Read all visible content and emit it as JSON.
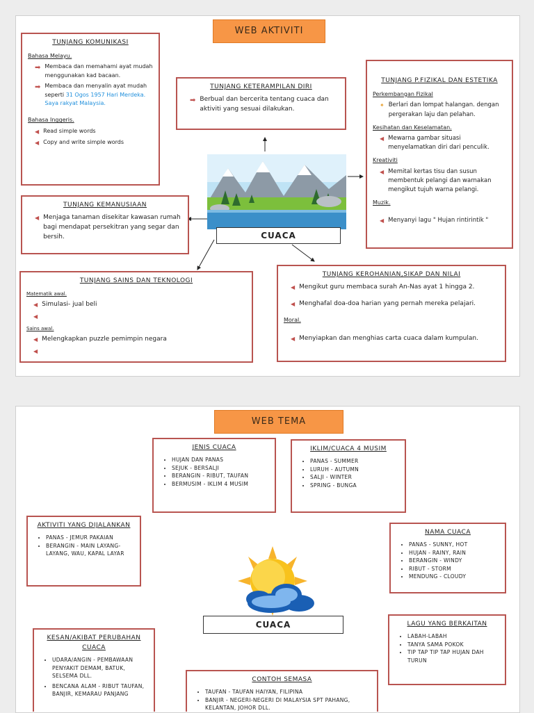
{
  "web_aktiviti": {
    "title": "WEB AKTIVITI",
    "center_label": "CUACA",
    "komunikasi": {
      "title": "TUNJANG KOMUNIKASI",
      "bm_label": "Bahasa Melayu.",
      "bm_items": [
        "Membaca dan memahami ayat mudah menggunakan kad bacaan.",
        "Membaca dan menyalin ayat mudah seperti"
      ],
      "bm_quote": "31 Ogos 1957 Hari Merdeka. Saya rakyat Malaysia.",
      "bi_label": "Bahasa Inggeris.",
      "bi_items": [
        "Read simple words",
        "Copy and write simple words"
      ]
    },
    "keterampilan": {
      "title": "TUNJANG KETERAMPILAN DIRI",
      "item": "Berbual dan bercerita tentang cuaca dan aktiviti yang sesuai dilakukan."
    },
    "fizikal": {
      "title": "TUNJANG P.FIZIKAL DAN ESTETIKA",
      "s1": "Perkembangan Fizikal",
      "s1_item": "Berlari dan lompat halangan. dengan pergerakan laju dan pelahan.",
      "s2": "Kesihatan dan Keselamatan.",
      "s2_item": "Mewarna gambar situasi menyelamatkan diri dari penculik.",
      "s3": "Kreativiti",
      "s3_item": "Memital kertas tisu dan susun membentuk pelangi dan warnakan mengikut tujuh warna pelangi.",
      "s4": "Muzik.",
      "s4_item": "Menyanyi lagu \" Hujan rintirintik \""
    },
    "kemanusiaan": {
      "title": "TUNJANG KEMANUSIAAN",
      "item": "Menjaga tanaman disekitar kawasan rumah bagi mendapat persekitran yang segar dan bersih."
    },
    "sains": {
      "title": "TUNJANG SAINS DAN TEKNOLOGI",
      "s1": "Matematik awal.",
      "s1_item": "Simulasi- jual beli",
      "s2": "Sains awal.",
      "s2_item": "Melengkapkan puzzle pemimpin negara"
    },
    "kerohanian": {
      "title": "TUNJANG KEROHANIAN,SIKAP DAN NILAI",
      "items": [
        "Mengikut guru membaca surah An-Nas ayat 1 hingga 2.",
        "Menghafal doa-doa harian yang pernah mereka pelajari."
      ],
      "moral_label": "Moral.",
      "moral_item": "Menyiapkan dan menghias carta cuaca dalam kumpulan."
    }
  },
  "web_tema": {
    "title": "WEB TEMA",
    "center_label": "CUACA",
    "jenis": {
      "title": "JENIS CUACA",
      "items": [
        "HUJAN DAN PANAS",
        "SEJUK - BERSALJI",
        "BERANGIN - RIBUT, TAUFAN",
        "BERMUSIM - IKLIM 4 MUSIM"
      ]
    },
    "iklim": {
      "title": "IKLIM/CUACA 4 MUSIM",
      "items": [
        "PANAS - SUMMER",
        "LURUH - AUTUMN",
        "SALJI - WINTER",
        "SPRING - BUNGA"
      ]
    },
    "aktiviti": {
      "title": "AKTIVITI YANG DIJALANKAN",
      "items": [
        "PANAS - JEMUR PAKAIAN",
        "BERANGIN - MAIN LAYANG-LAYANG, WAU, KAPAL LAYAR"
      ]
    },
    "nama": {
      "title": "NAMA CUACA",
      "items": [
        "PANAS - SUNNY, HOT",
        "HUJAN - RAINY, RAIN",
        "BERANGIN - WINDY",
        "RIBUT - STORM",
        "MENDUNG - CLOUDY"
      ]
    },
    "lagu": {
      "title": "LAGU YANG BERKAITAN",
      "items": [
        "LABAH-LABAH",
        "TANYA SAMA POKOK",
        "TIP TAP TIP TAP HUJAN DAH TURUN"
      ]
    },
    "kesan": {
      "title": "KESAN/AKIBAT PERUBAHAN CUACA",
      "items": [
        "UDARA/ANGIN - PEMBAWAAN PENYAKIT DEMAM, BATUK, SELSEMA DLL.",
        "BENCANA ALAM - RIBUT TAUFAN, BANJIR, KEMARAU PANJANG"
      ]
    },
    "contoh": {
      "title": "CONTOH SEMASA",
      "items": [
        "TAUFAN - TAUFAN HAIYAN, FILIPINA",
        "BANJIR - NEGERI-NEGERI DI MALAYSIA SPT PAHANG, KELANTAN, JOHOR DLL."
      ]
    }
  }
}
